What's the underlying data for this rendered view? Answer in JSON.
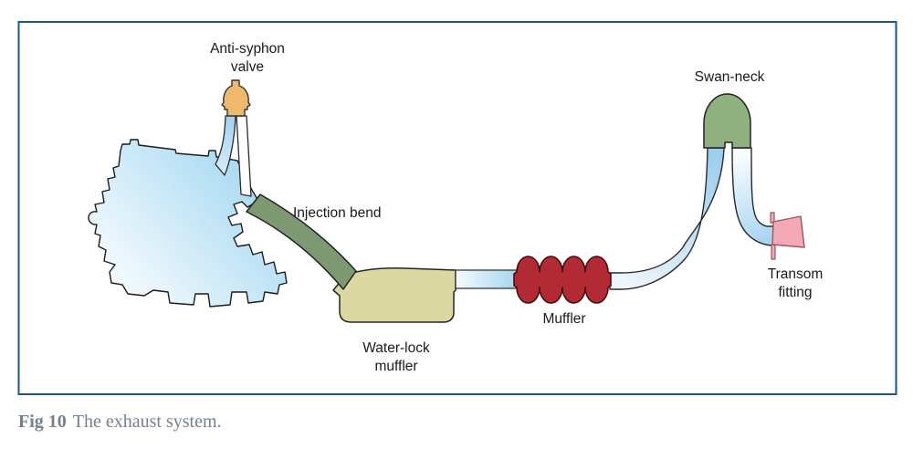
{
  "figure": {
    "caption": {
      "prefix": "Fig 10",
      "text": "The exhaust system."
    },
    "labels": {
      "anti_syphon": "Anti-syphon\nvalve",
      "injection_bend": "Injection bend",
      "water_lock": "Water-lock\nmuffler",
      "muffler": "Muffler",
      "swan_neck": "Swan-neck",
      "transom": "Transom\nfitting"
    },
    "colors": {
      "border": "#16568c",
      "engine_blue": "#9ed5f1",
      "pipe_blue": "#a5d5f0",
      "valve_orange": "#ecb96d",
      "injection_green": "#7c9972",
      "waterlock_tan": "#dcd8a2",
      "muffler_red": "#b22a33",
      "swanneck_green": "#8fb180",
      "transom_pink": "#f3a8b5",
      "caption_gray": "#73808d",
      "label_black": "#1a1a1a"
    }
  }
}
